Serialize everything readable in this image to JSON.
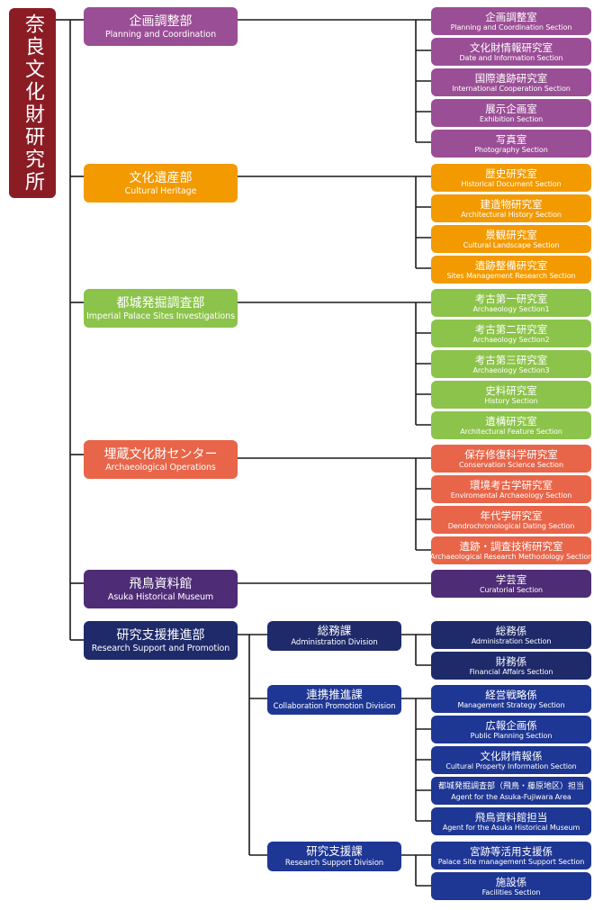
{
  "root": {
    "jp": "奈良文化財研究所"
  },
  "colors": {
    "root": "#8b1c24",
    "planning": "#9a4e95",
    "cultural_heritage": "#f39a00",
    "imperial_palace": "#8cc34a",
    "archaeological_operations": "#e86549",
    "asuka": "#4e2c76",
    "research_support": "#1e2a6a",
    "research_support_sections": "#1e3694",
    "lines": "#1a1a1a"
  },
  "departments": [
    {
      "jp": "企画調整部",
      "en": "Planning and Coordination",
      "sections": [
        {
          "jp": "企画調整室",
          "en": "Planning and Coordination Section"
        },
        {
          "jp": "文化財情報研究室",
          "en": "Date and Information Section"
        },
        {
          "jp": "国際遺跡研究室",
          "en": "International Cooperation Section"
        },
        {
          "jp": "展示企画室",
          "en": "Exhibition Section"
        },
        {
          "jp": "写真室",
          "en": "Photography  Section"
        }
      ]
    },
    {
      "jp": "文化遺産部",
      "en": "Cultural Heritage",
      "sections": [
        {
          "jp": "歴史研究室",
          "en": "Historical Document Section"
        },
        {
          "jp": "建造物研究室",
          "en": "Architectural  History Section"
        },
        {
          "jp": "景観研究室",
          "en": "Cultural Landscape Section"
        },
        {
          "jp": "遺跡整備研究室",
          "en": "Sites Management Research Section"
        }
      ]
    },
    {
      "jp": "都城発掘調査部",
      "en": "Imperial Palace Sites Investigations",
      "sections": [
        {
          "jp": "考古第一研究室",
          "en": "Archaeology Section1"
        },
        {
          "jp": "考古第二研究室",
          "en": "Archaeology Section2"
        },
        {
          "jp": "考古第三研究室",
          "en": "Archaeology Section3"
        },
        {
          "jp": "史料研究室",
          "en": "History Section"
        },
        {
          "jp": "遺構研究室",
          "en": "Architectural Feature Section"
        }
      ]
    },
    {
      "jp": "埋蔵文化財センター",
      "en": "Archaeological Operations",
      "sections": [
        {
          "jp": "保存修復科学研究室",
          "en": "Conservation Science Section"
        },
        {
          "jp": "環境考古学研究室",
          "en": "Enviromental Archaeology Section"
        },
        {
          "jp": "年代学研究室",
          "en": "Dendrochronological Dating Section"
        },
        {
          "jp": "遺跡・調査技術研究室",
          "en": "Archaeological Research Methodology Section"
        }
      ]
    },
    {
      "jp": "飛鳥資料館",
      "en": "Asuka Historical Museum",
      "sections": [
        {
          "jp": "学芸室",
          "en": "Curatorial Section"
        }
      ]
    },
    {
      "jp": "研究支援推進部",
      "en": "Research Support and Promotion",
      "divisions": [
        {
          "jp": "総務課",
          "en": "Administration Division",
          "sections": [
            {
              "jp": "総務係",
              "en": "Administration Section"
            },
            {
              "jp": "財務係",
              "en": "Financial Affairs Section"
            }
          ]
        },
        {
          "jp": "連携推進課",
          "en": "Collaboration Promotion Division",
          "sections": [
            {
              "jp": "経営戦略係",
              "en": "Management Strategy Section"
            },
            {
              "jp": "広報企画係",
              "en": "Public Planning Section"
            },
            {
              "jp": "文化財情報係",
              "en": "Cultural Property Information Section"
            },
            {
              "jp": "都城発掘調査部（飛鳥・藤原地区）担当",
              "en": "Agent for the Asuka-Fujiwara Area"
            },
            {
              "jp": "飛鳥資料館担当",
              "en": "Agent for the Asuka Historical Museum"
            }
          ]
        },
        {
          "jp": "研究支援課",
          "en": "Research Support Division",
          "sections": [
            {
              "jp": "宮跡等活用支援係",
              "en": "Palace Site management Support Section"
            },
            {
              "jp": "施設係",
              "en": "Facilities Section"
            }
          ]
        }
      ]
    }
  ]
}
